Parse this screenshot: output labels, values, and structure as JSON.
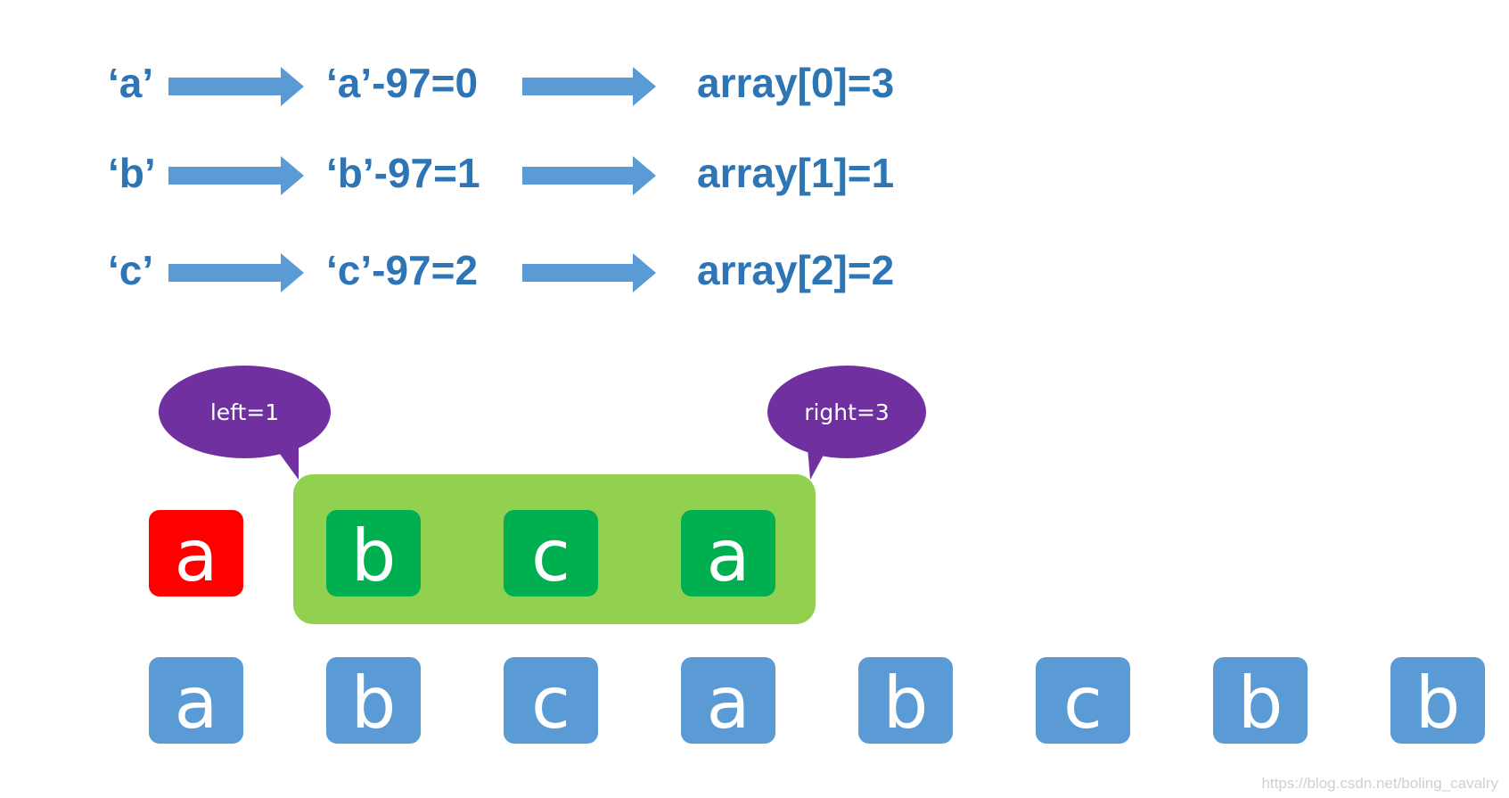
{
  "mappings": [
    {
      "char": "‘a’",
      "calc": "‘a’-97=0",
      "result": "array[0]=3"
    },
    {
      "char": "‘b’",
      "calc": "‘b’-97=1",
      "result": "array[1]=1"
    },
    {
      "char": "‘c’",
      "calc": "‘c’-97=2",
      "result": "array[2]=2"
    }
  ],
  "pointers": {
    "left": "left=1",
    "right": "right=3"
  },
  "window_row": [
    "a",
    "b",
    "c",
    "a"
  ],
  "string_row": [
    "a",
    "b",
    "c",
    "a",
    "b",
    "c",
    "b",
    "b"
  ],
  "watermark": "https://blog.csdn.net/boling_cavalry",
  "colors": {
    "text_blue": "#2e75b6",
    "arrow_blue": "#5b9bd5",
    "cell_blue": "#5b9bd5",
    "window_green": "#92d050",
    "cell_green": "#00b050",
    "cell_red": "#ff0000",
    "bubble_purple": "#7030a0"
  },
  "icons": [
    "right-arrow-icon",
    "speech-bubble-icon"
  ]
}
